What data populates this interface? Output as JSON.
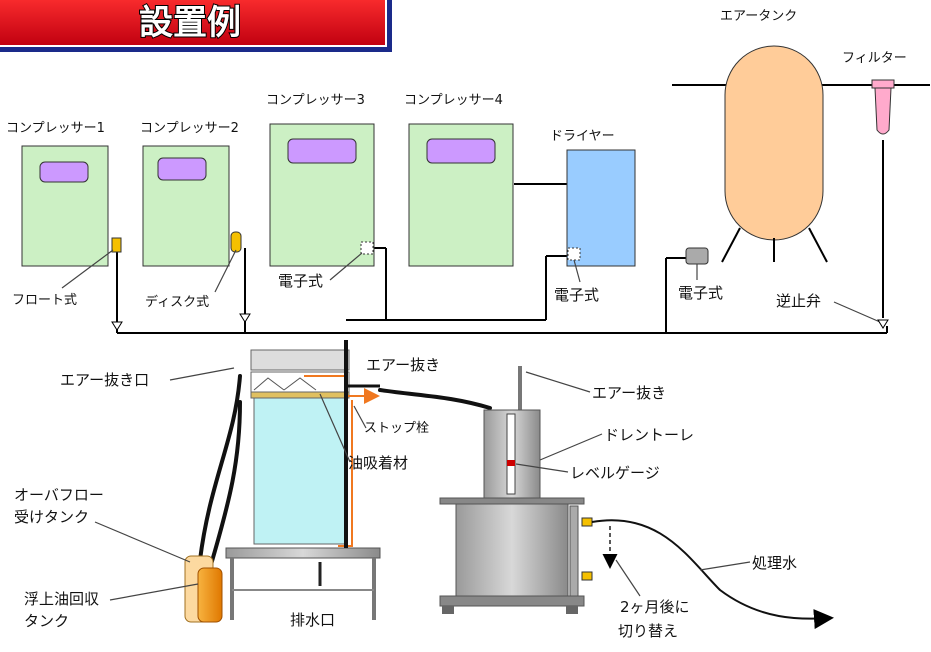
{
  "title": "設置例",
  "compressors": [
    {
      "label": "コンプレッサー1",
      "trap": "フロート式"
    },
    {
      "label": "コンプレッサー2",
      "trap": "ディスク式"
    },
    {
      "label": "コンプレッサー3",
      "trap": "電子式"
    },
    {
      "label": "コンプレッサー4"
    }
  ],
  "dryer": {
    "label": "ドライヤー",
    "trap": "電子式"
  },
  "air_tank": {
    "label": "エアータンク",
    "trap": "電子式"
  },
  "filter": {
    "label": "フィルター",
    "valve": "逆止弁"
  },
  "separator": {
    "vent_port": "エアー抜き口",
    "vent": "エアー抜き",
    "stopper": "ストップ栓",
    "absorbent": "油吸着材",
    "overflow_tank": "オーバフロー\n受けタンク",
    "oil_tank": "浮上油回収\nタンク",
    "drain_port": "排水口"
  },
  "treatment": {
    "vent": "エアー抜き",
    "drain_tray": "ドレントーレ",
    "level_gauge": "レベルゲージ",
    "treated_water": "処理水",
    "switch_note": "2ヶ月後に\n切り替え"
  },
  "colors": {
    "compressor_fill": "#ccf0c4",
    "window_fill": "#cc99ff",
    "dryer_fill": "#99ccff",
    "tank_fill": "#ffcc99",
    "filter_fill": "#ffaacc",
    "water_fill": "#bff2f4",
    "arrow": "#f07820",
    "title_bg": "#e0101a"
  }
}
